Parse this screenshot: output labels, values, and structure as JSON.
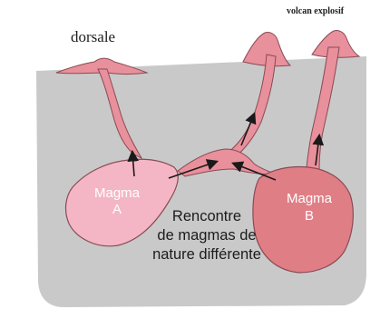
{
  "labels": {
    "ridge": "dorsale",
    "volcano": "volcan explosif"
  },
  "magmas": {
    "a": {
      "name": "Magma",
      "letter": "A"
    },
    "b": {
      "name": "Magma",
      "letter": "B"
    }
  },
  "caption": {
    "line1": "Rencontre",
    "line2": "de magmas de",
    "line3": "nature différente"
  },
  "colors": {
    "crust": "#c9c9c9",
    "magma_a": "#f4b6c4",
    "magma_b": "#e07e86",
    "conduit": "#e8909b",
    "outline": "#8a4a55",
    "arrow": "#1a1a1a"
  }
}
